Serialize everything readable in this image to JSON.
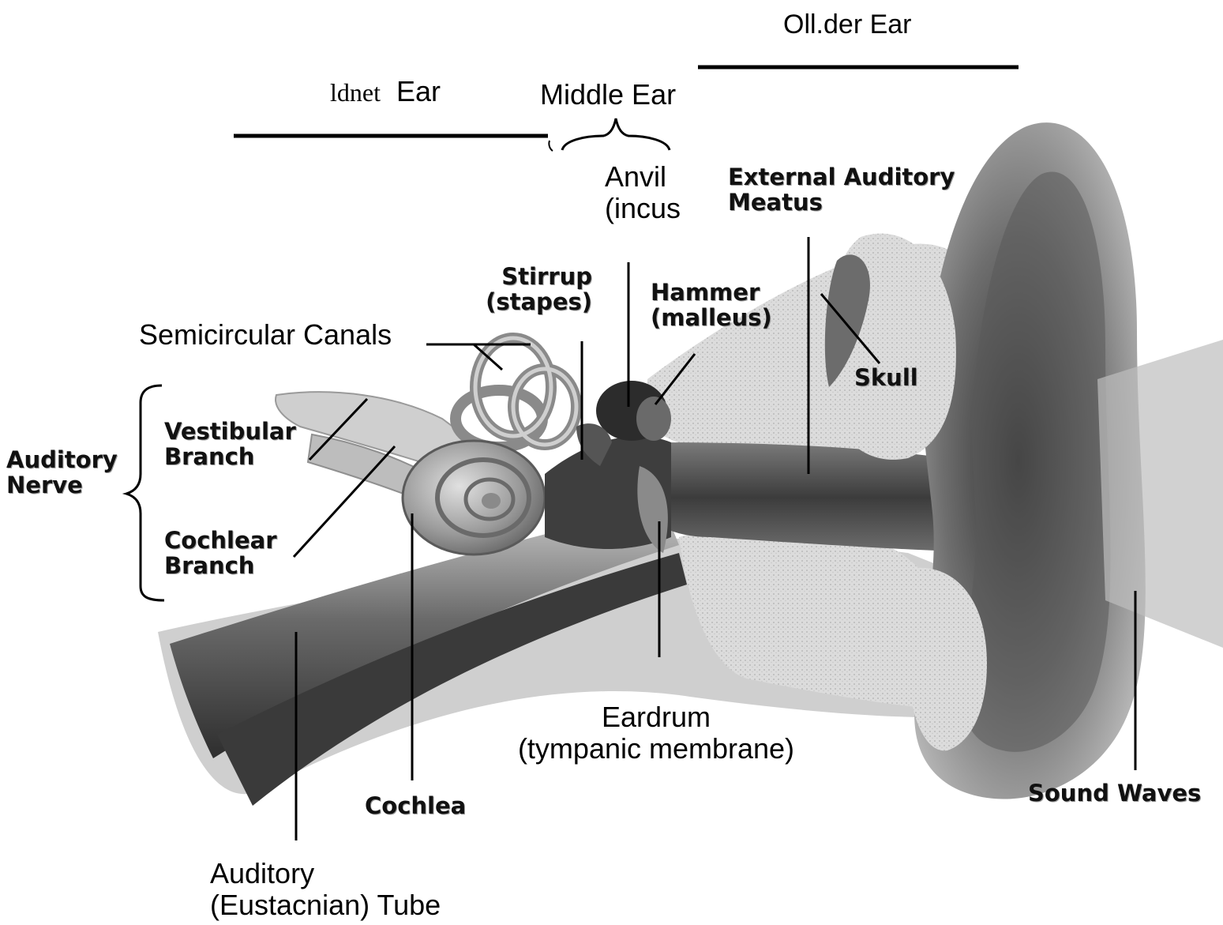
{
  "regions": {
    "outer_ear": "Oll.der Ear",
    "inner_ear_word1": "ldnet",
    "inner_ear_word2": "Ear",
    "middle_ear": "Middle  Ear"
  },
  "labels": {
    "anvil": [
      "Anvil",
      "(incus"
    ],
    "external_meatus": [
      "External Auditory",
      "Meatus"
    ],
    "stirrup": [
      "Stirrup",
      "(stapes)"
    ],
    "hammer": [
      "Hammer",
      "(malleus)"
    ],
    "semicircular": "Semicircular Canals",
    "skull": "Skull",
    "vestibular": [
      "Vestibular",
      "Branch"
    ],
    "auditory_nerve": [
      "Auditory",
      "Nerve"
    ],
    "cochlear_branch": [
      "Cochlear",
      "Branch"
    ],
    "eardrum": [
      "Eardrum",
      "(tympanic membrane)"
    ],
    "cochlea": "Cochlea",
    "sound_waves": "Sound Waves",
    "auditory_tube": [
      "Auditory",
      "(Eustacnian)  Tube"
    ]
  },
  "colors": {
    "background": "#ffffff",
    "ink": "#000000",
    "tissue_dark": "#4a4a4a",
    "tissue_mid": "#8c8c8c",
    "tissue_light": "#d2d2d2"
  }
}
